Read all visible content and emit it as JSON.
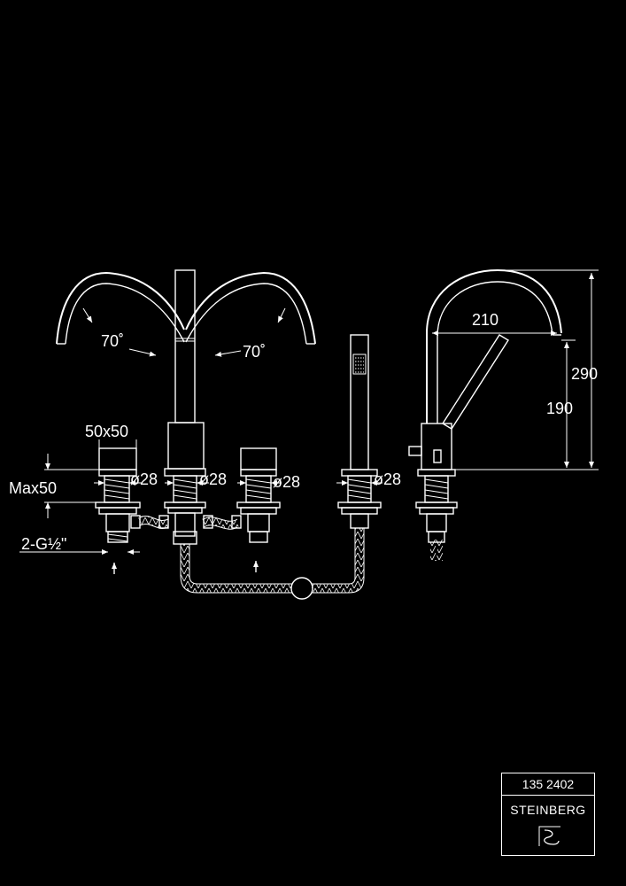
{
  "dimensions": {
    "angle_left": "70˚",
    "angle_right": "70˚",
    "handle_size": "50x50",
    "max_deck": "Max50",
    "connection": "2-G½\"",
    "dia_1": "ø28",
    "dia_2": "ø28",
    "dia_3": "ø28",
    "dia_4": "ø28",
    "reach": "210",
    "height_total": "290",
    "height_outlet": "190"
  },
  "title_block": {
    "code": "135 2402",
    "brand": "STEINBERG"
  },
  "colors": {
    "background": "#000000",
    "line": "#ffffff"
  },
  "icons": {
    "logo": "steinberg-logo-icon",
    "flow_arrow": "arrow-up-icon"
  }
}
